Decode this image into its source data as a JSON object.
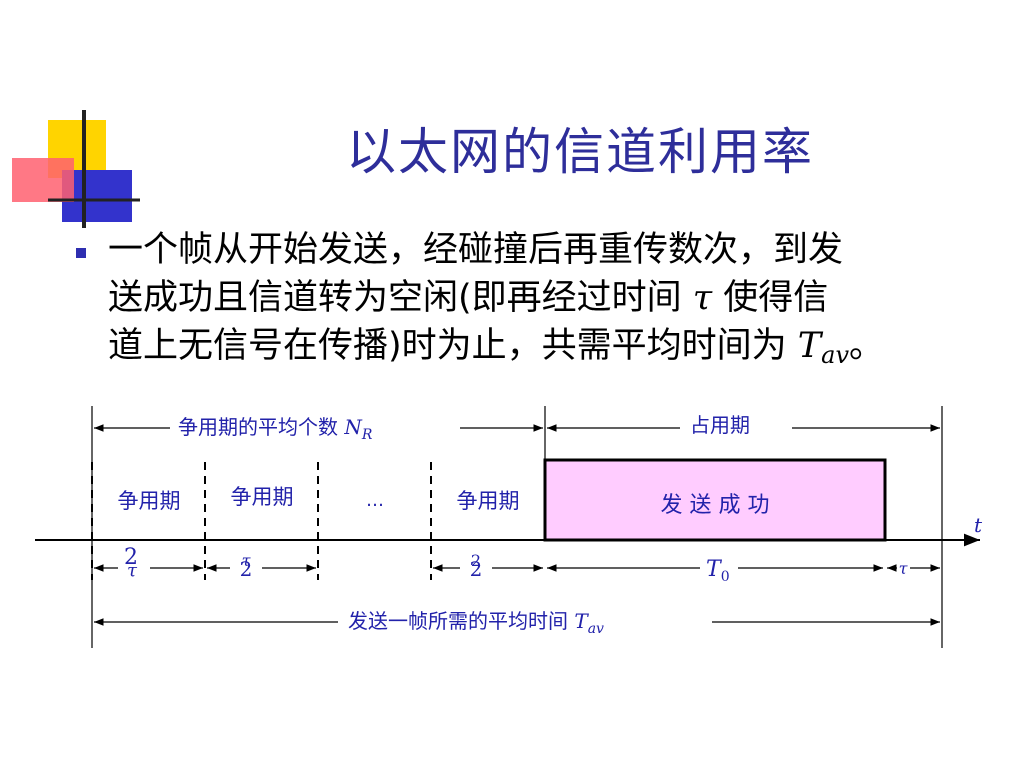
{
  "slide": {
    "title": "以太网的信道利用率",
    "bullet": {
      "line1": "一个帧从开始发送，经碰撞后再重传数次，到发",
      "line2_a": "送成功且信道转为空闲(即再经过时间 ",
      "line2_tau": "τ",
      "line2_b": " 使得信",
      "line3_a": "道上无信号在传播)时为止，共需平均时间为 ",
      "line3_T": "T",
      "line3_sub": "av",
      "line3_end": "。"
    }
  },
  "diagram": {
    "contention_total_label": "争用期的平均个数 ",
    "contention_total_symbol": "N",
    "contention_total_sub": "R",
    "occupied_label": "占用期",
    "slots": [
      "争用期",
      "争用期",
      "…",
      "争用期"
    ],
    "success_label": "发 送 成 功",
    "time_axis_label": "t",
    "two_tau_top": [
      "2",
      "τ",
      "2"
    ],
    "two_tau_bottom": [
      "τ",
      "2",
      "2"
    ],
    "T0_symbol": "T",
    "T0_sub": "0",
    "tau_end": "τ",
    "total_label": "发送一帧所需的平均时间 ",
    "total_symbol": "T",
    "total_sub": "av",
    "colors": {
      "text_blue": "#2222aa",
      "success_fill": "#ffccff",
      "success_border": "#000000"
    }
  }
}
